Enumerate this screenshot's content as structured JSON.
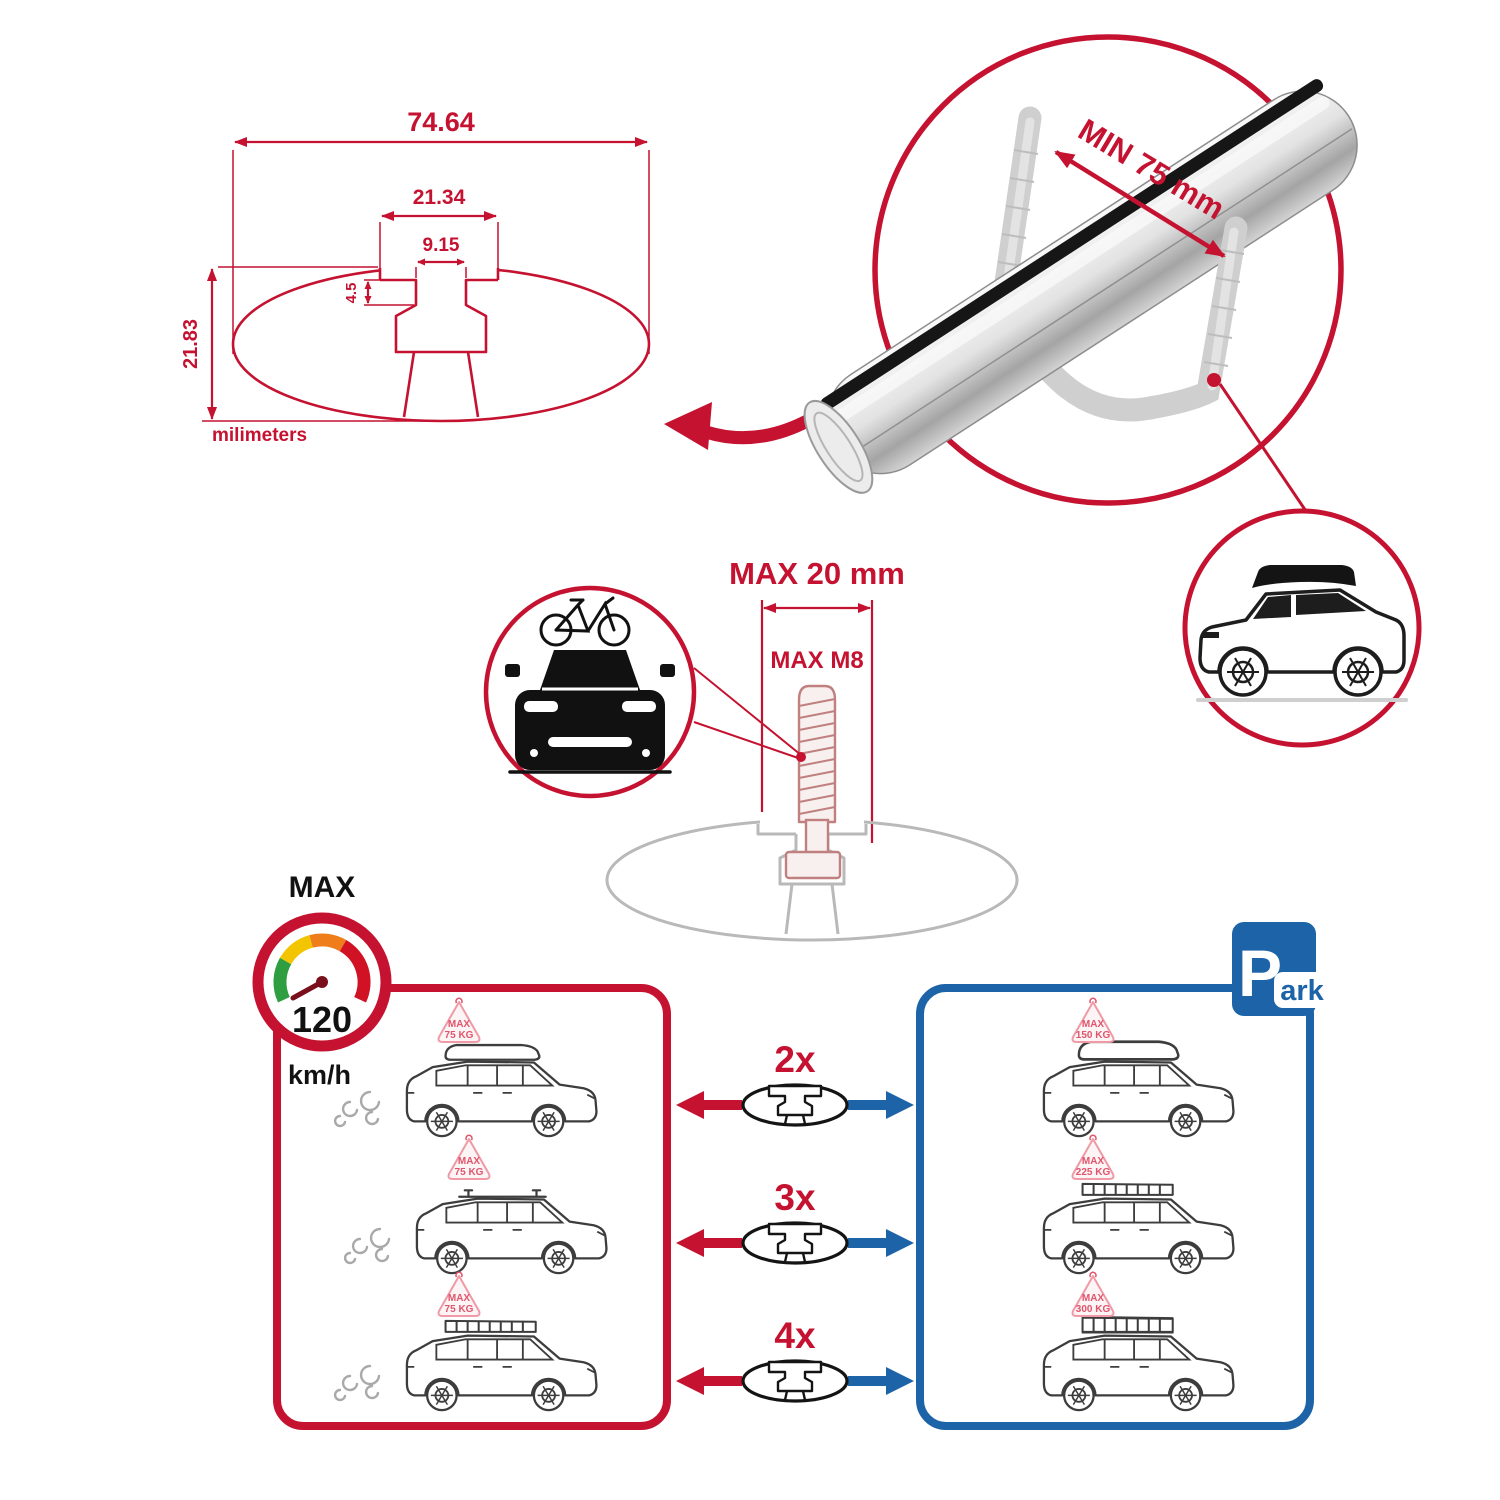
{
  "cross_section": {
    "total_width": "74.64",
    "channel_width": "21.34",
    "slot_width": "9.15",
    "lip_depth": "4.5",
    "total_height": "21.83",
    "units_label": "milimeters"
  },
  "clamp": {
    "min_span": "MIN 75 mm"
  },
  "bolt": {
    "max_diameter": "MAX 20 mm",
    "max_thread": "MAX M8"
  },
  "gauge": {
    "title": "MAX",
    "speed": "120",
    "unit": "km/h"
  },
  "driving_panel": {
    "cars": [
      {
        "sign_title": "MAX",
        "sign_load": "75 KG"
      },
      {
        "sign_title": "MAX",
        "sign_load": "75 KG"
      },
      {
        "sign_title": "MAX",
        "sign_load": "75 KG"
      }
    ]
  },
  "options": [
    {
      "qty": "2x"
    },
    {
      "qty": "3x"
    },
    {
      "qty": "4x"
    }
  ],
  "parking_panel": {
    "sign_letter": "P",
    "sign_rest": "ark",
    "cars": [
      {
        "sign_title": "MAX",
        "sign_load": "150 KG"
      },
      {
        "sign_title": "MAX",
        "sign_load": "225 KG"
      },
      {
        "sign_title": "MAX",
        "sign_load": "300 KG"
      }
    ]
  },
  "colors": {
    "red": "#c41230",
    "blue": "#1c63a8",
    "pink": "#e0556d",
    "gray": "#b9b9b9"
  }
}
